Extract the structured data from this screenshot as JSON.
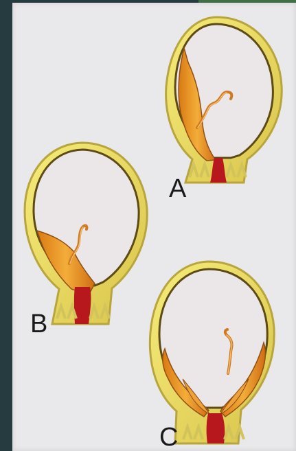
{
  "labels": {
    "a": "A",
    "b": "B",
    "c": "C"
  },
  "colors": {
    "background": "#e9e8ea",
    "outer_wall": "#e6d75a",
    "inner_line": "#6b5818",
    "placenta_orange": "#e58c1f",
    "placenta_light": "#f4bf58",
    "cervix_red": "#bb1c1f"
  }
}
